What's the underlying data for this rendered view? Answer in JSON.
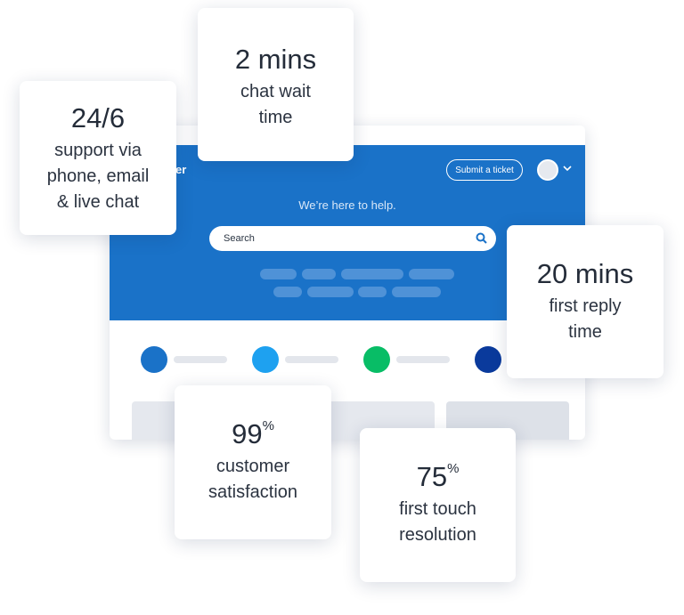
{
  "mockup": {
    "brand_fragment": "er",
    "submit_label": "Submit a ticket",
    "tagline": "We’re here to help.",
    "search_placeholder": "Search",
    "category_colors": [
      "#1a72c8",
      "#1ea1f0",
      "#08bd66",
      "#0a3a9c"
    ]
  },
  "stats": [
    {
      "value": "2 mins",
      "label_lines": [
        "chat wait",
        "time"
      ]
    },
    {
      "value": "24/6",
      "label_lines": [
        "support via",
        "phone, email",
        "& live chat"
      ]
    },
    {
      "value": "20 mins",
      "label_lines": [
        "first reply",
        "time"
      ]
    },
    {
      "value": "99",
      "suffix": "%",
      "label_lines": [
        "customer",
        "satisfaction"
      ]
    },
    {
      "value": "75",
      "suffix": "%",
      "label_lines": [
        "first touch",
        "resolution"
      ]
    }
  ]
}
